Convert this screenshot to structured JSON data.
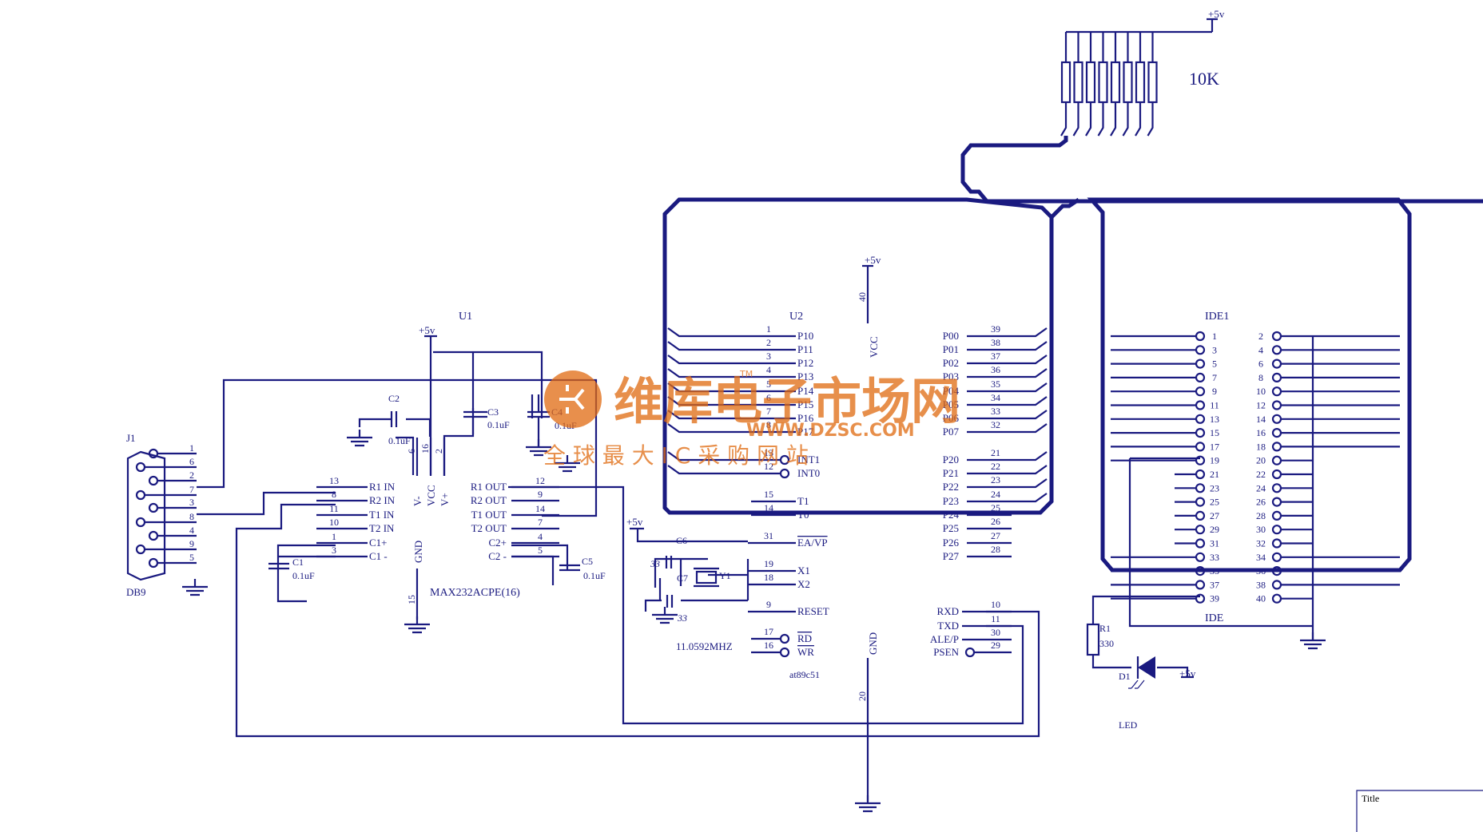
{
  "supply": {
    "label": "+5v"
  },
  "rpack": {
    "value": "10K"
  },
  "u1": {
    "ref": "U1",
    "part": "MAX232ACPE(16)",
    "left_pins": [
      {
        "n": "13",
        "name": "R1 IN"
      },
      {
        "n": "8",
        "name": "R2 IN"
      },
      {
        "n": "11",
        "name": "T1 IN"
      },
      {
        "n": "10",
        "name": "T2 IN"
      },
      {
        "n": "1",
        "name": "C1+"
      },
      {
        "n": "3",
        "name": "C1 -"
      }
    ],
    "right_pins": [
      {
        "n": "12",
        "name": "R1 OUT"
      },
      {
        "n": "9",
        "name": "R2 OUT"
      },
      {
        "n": "14",
        "name": "T1 OUT"
      },
      {
        "n": "7",
        "name": "T2 OUT"
      },
      {
        "n": "4",
        "name": "C2+"
      },
      {
        "n": "5",
        "name": "C2 -"
      }
    ],
    "top_pins": [
      {
        "n": "6",
        "name": "V-"
      },
      {
        "n": "16",
        "name": "VCC"
      },
      {
        "n": "2",
        "name": "V+"
      }
    ],
    "gnd": {
      "n": "15",
      "name": "GND"
    }
  },
  "caps": {
    "c1": "C1",
    "c1v": "0.1uF",
    "c2": "C2",
    "c2v": "0.1uF",
    "c3": "C3",
    "c3v": "0.1uF",
    "c4": "C4",
    "c4v": "0.1uF",
    "c5": "C5",
    "c5v": "0.1uF",
    "c6": "C6",
    "c7": "C7",
    "c33a": "33",
    "c33b": "33"
  },
  "j1": {
    "ref": "J1",
    "part": "DB9",
    "pins": [
      "1",
      "6",
      "2",
      "7",
      "3",
      "8",
      "4",
      "9",
      "5"
    ]
  },
  "u2": {
    "ref": "U2",
    "part": "at89c51",
    "left_pins": [
      {
        "n": "1",
        "name": "P10"
      },
      {
        "n": "2",
        "name": "P11"
      },
      {
        "n": "3",
        "name": "P12"
      },
      {
        "n": "4",
        "name": "P13"
      },
      {
        "n": "5",
        "name": "P14"
      },
      {
        "n": "6",
        "name": "P15"
      },
      {
        "n": "7",
        "name": "P16"
      },
      {
        "n": "8",
        "name": "P17"
      },
      {
        "n": "13",
        "name": "INT1"
      },
      {
        "n": "12",
        "name": "INT0"
      },
      {
        "n": "15",
        "name": "T1"
      },
      {
        "n": "14",
        "name": "T0"
      },
      {
        "n": "31",
        "name": "EA/VP"
      },
      {
        "n": "19",
        "name": "X1"
      },
      {
        "n": "18",
        "name": "X2"
      },
      {
        "n": "9",
        "name": "RESET"
      },
      {
        "n": "17",
        "name": "RD"
      },
      {
        "n": "16",
        "name": "WR"
      }
    ],
    "right_pins": [
      {
        "n": "39",
        "name": "P00"
      },
      {
        "n": "38",
        "name": "P01"
      },
      {
        "n": "37",
        "name": "P02"
      },
      {
        "n": "36",
        "name": "P03"
      },
      {
        "n": "35",
        "name": "P04"
      },
      {
        "n": "34",
        "name": "P05"
      },
      {
        "n": "33",
        "name": "P06"
      },
      {
        "n": "32",
        "name": "P07"
      },
      {
        "n": "21",
        "name": "P20"
      },
      {
        "n": "22",
        "name": "P21"
      },
      {
        "n": "23",
        "name": "P22"
      },
      {
        "n": "24",
        "name": "P23"
      },
      {
        "n": "25",
        "name": "P24"
      },
      {
        "n": "26",
        "name": "P25"
      },
      {
        "n": "27",
        "name": "P26"
      },
      {
        "n": "28",
        "name": "P27"
      },
      {
        "n": "10",
        "name": "RXD"
      },
      {
        "n": "11",
        "name": "TXD"
      },
      {
        "n": "30",
        "name": "ALE/P"
      },
      {
        "n": "29",
        "name": "PSEN"
      }
    ],
    "vcc": {
      "n": "40",
      "name": "VCC"
    },
    "gnd": {
      "n": "20",
      "name": "GND"
    }
  },
  "crystal": {
    "ref": "Y1",
    "freq": "11.0592MHZ"
  },
  "ide": {
    "ref": "IDE1",
    "label": "IDE",
    "odd": [
      "1",
      "3",
      "5",
      "7",
      "9",
      "11",
      "13",
      "15",
      "17",
      "19",
      "21",
      "23",
      "25",
      "27",
      "29",
      "31",
      "33",
      "35",
      "37",
      "39"
    ],
    "even": [
      "2",
      "4",
      "6",
      "8",
      "10",
      "12",
      "14",
      "16",
      "18",
      "20",
      "22",
      "24",
      "26",
      "28",
      "30",
      "32",
      "34",
      "36",
      "38",
      "40"
    ]
  },
  "r1": {
    "ref": "R1",
    "value": "330"
  },
  "d1": {
    "ref": "D1",
    "part": "LED"
  },
  "title_block": {
    "label": "Title"
  },
  "watermark": {
    "brand": "维库电子市场网",
    "url": "WWW.DZSC.COM",
    "tagline": "全 球 最 大 I C 采 购 网 站",
    "tm": "TM"
  },
  "colors": {
    "ink": "#1a1a80",
    "watermark": "#e06a10"
  }
}
